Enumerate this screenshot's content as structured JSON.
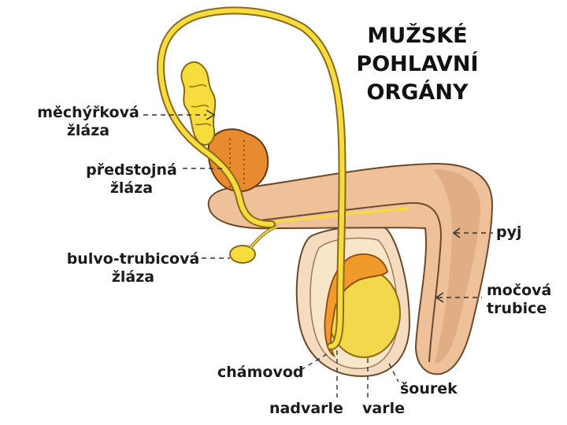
{
  "title": {
    "line1": "MUŽSKÉ",
    "line2": "POHLAVNÍ",
    "line3": "ORGÁNY"
  },
  "labels": {
    "seminal_vesicle": {
      "line1": "měchýřková",
      "line2": "žláza"
    },
    "prostate": {
      "line1": "předstojná",
      "line2": "žláza"
    },
    "bulbourethral": {
      "line1": "bulvo-trubicová",
      "line2": "žláza"
    },
    "penis": "pyj",
    "urethra": {
      "line1": "močová",
      "line2": "trubice"
    },
    "vas_deferens": "chámovod",
    "epididymis": "nadvarle",
    "testis": "varle",
    "scrotum": "šourek"
  },
  "colors": {
    "duct_yellow": "#f6dc3c",
    "duct_outline": "#8a6a1a",
    "penis_skin": "#eec19a",
    "penis_shade": "#d9a078",
    "prostate_orange": "#e88a30",
    "testis_yellow": "#f2d84a",
    "epididymis_orange": "#ef9a2a",
    "scrotum_skin": "#f3d2b0",
    "leader_line": "#333333"
  },
  "icons": {
    "seminal_vesicle": "gland-cluster-shape",
    "prostate": "prostate-shape",
    "bulbourethral": "small-gland-shape",
    "testis": "oval-testis-shape"
  }
}
